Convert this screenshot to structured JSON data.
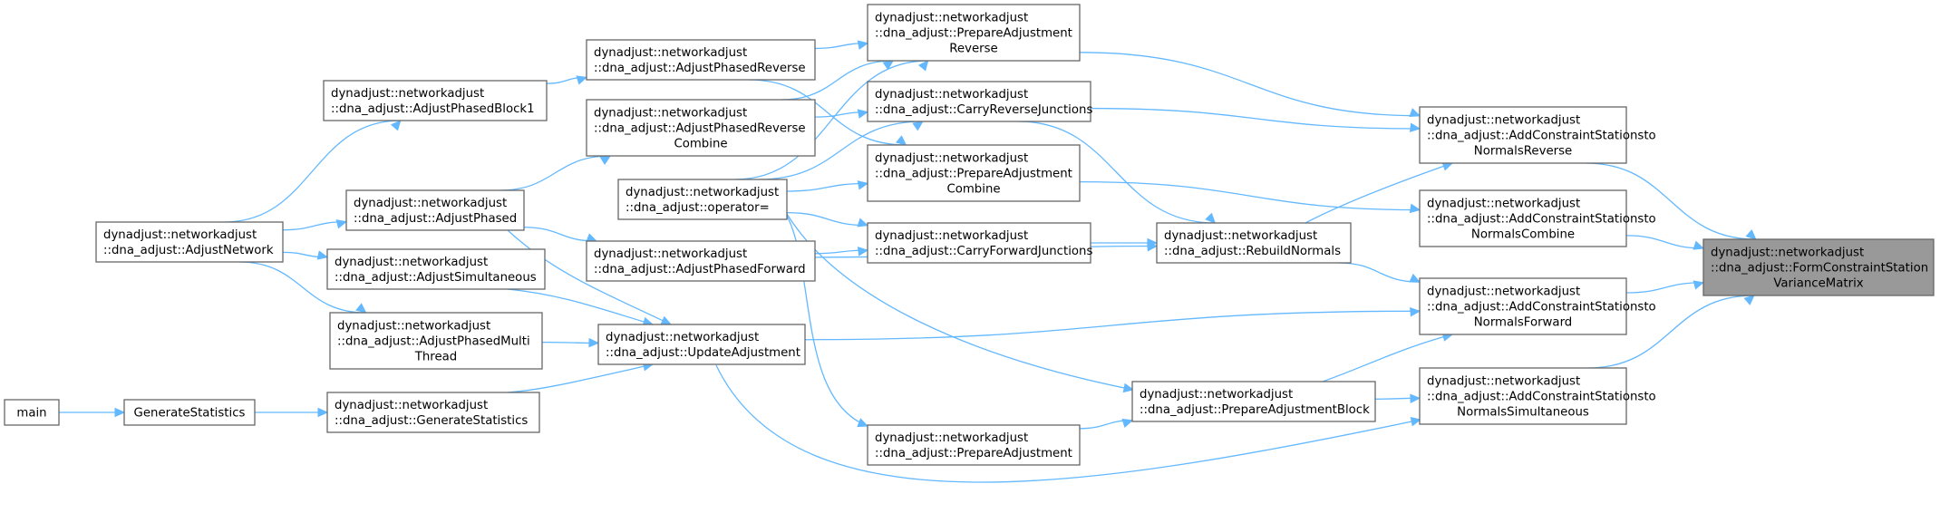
{
  "graph": {
    "nodes": {
      "n_form": [
        "dynadjust::networkadjust",
        "::dna_adjust::FormConstraintStation",
        "VarianceMatrix"
      ],
      "n_acsn_rev": [
        "dynadjust::networkadjust",
        "::dna_adjust::AddConstraintStationsto",
        "NormalsReverse"
      ],
      "n_acsn_comb": [
        "dynadjust::networkadjust",
        "::dna_adjust::AddConstraintStationsto",
        "NormalsCombine"
      ],
      "n_acsn_fwd": [
        "dynadjust::networkadjust",
        "::dna_adjust::AddConstraintStationsto",
        "NormalsForward"
      ],
      "n_acsn_sim": [
        "dynadjust::networkadjust",
        "::dna_adjust::AddConstraintStationsto",
        "NormalsSimultaneous"
      ],
      "n_rebuild": [
        "dynadjust::networkadjust",
        "::dna_adjust::RebuildNormals"
      ],
      "n_prep_block": [
        "dynadjust::networkadjust",
        "::dna_adjust::PrepareAdjustmentBlock"
      ],
      "n_prep_rev": [
        "dynadjust::networkadjust",
        "::dna_adjust::PrepareAdjustment",
        "Reverse"
      ],
      "n_carry_rev": [
        "dynadjust::networkadjust",
        "::dna_adjust::CarryReverseJunctions"
      ],
      "n_prep_comb": [
        "dynadjust::networkadjust",
        "::dna_adjust::PrepareAdjustment",
        "Combine"
      ],
      "n_carry_fwd": [
        "dynadjust::networkadjust",
        "::dna_adjust::CarryForwardJunctions"
      ],
      "n_prep_adj": [
        "dynadjust::networkadjust",
        "::dna_adjust::PrepareAdjustment"
      ],
      "n_apr": [
        "dynadjust::networkadjust",
        "::dna_adjust::AdjustPhasedReverse"
      ],
      "n_aprc": [
        "dynadjust::networkadjust",
        "::dna_adjust::AdjustPhasedReverse",
        "Combine"
      ],
      "n_operator": [
        "dynadjust::networkadjust",
        "::dna_adjust::operator="
      ],
      "n_apf": [
        "dynadjust::networkadjust",
        "::dna_adjust::AdjustPhasedForward"
      ],
      "n_update": [
        "dynadjust::networkadjust",
        "::dna_adjust::UpdateAdjustment"
      ],
      "n_apb1": [
        "dynadjust::networkadjust",
        "::dna_adjust::AdjustPhasedBlock1"
      ],
      "n_ap": [
        "dynadjust::networkadjust",
        "::dna_adjust::AdjustPhased"
      ],
      "n_as": [
        "dynadjust::networkadjust",
        "::dna_adjust::AdjustSimultaneous"
      ],
      "n_apmt": [
        "dynadjust::networkadjust",
        "::dna_adjust::AdjustPhasedMulti",
        "Thread"
      ],
      "n_gs_member": [
        "dynadjust::networkadjust",
        "::dna_adjust::GenerateStatistics"
      ],
      "n_an": [
        "dynadjust::networkadjust",
        "::dna_adjust::AdjustNetwork"
      ],
      "n_gs": [
        "GenerateStatistics"
      ],
      "n_main": [
        "main"
      ]
    },
    "edges": [
      [
        "n_form",
        "n_acsn_rev"
      ],
      [
        "n_form",
        "n_acsn_comb"
      ],
      [
        "n_form",
        "n_acsn_fwd"
      ],
      [
        "n_form",
        "n_acsn_sim"
      ],
      [
        "n_acsn_rev",
        "n_prep_rev"
      ],
      [
        "n_acsn_rev",
        "n_carry_rev"
      ],
      [
        "n_acsn_rev",
        "n_rebuild"
      ],
      [
        "n_acsn_comb",
        "n_prep_comb"
      ],
      [
        "n_acsn_fwd",
        "n_rebuild"
      ],
      [
        "n_acsn_fwd",
        "n_prep_block"
      ],
      [
        "n_acsn_fwd",
        "n_update"
      ],
      [
        "n_acsn_sim",
        "n_prep_block"
      ],
      [
        "n_acsn_sim",
        "n_update"
      ],
      [
        "n_rebuild",
        "n_carry_rev"
      ],
      [
        "n_rebuild",
        "n_carry_fwd"
      ],
      [
        "n_rebuild",
        "n_apf"
      ],
      [
        "n_prep_block",
        "n_prep_adj"
      ],
      [
        "n_prep_block",
        "n_operator"
      ],
      [
        "n_prep_rev",
        "n_apr"
      ],
      [
        "n_prep_rev",
        "n_aprc"
      ],
      [
        "n_prep_rev",
        "n_operator"
      ],
      [
        "n_carry_rev",
        "n_aprc"
      ],
      [
        "n_carry_rev",
        "n_operator"
      ],
      [
        "n_prep_comb",
        "n_operator"
      ],
      [
        "n_prep_comb",
        "n_apr"
      ],
      [
        "n_carry_fwd",
        "n_operator"
      ],
      [
        "n_carry_fwd",
        "n_apf"
      ],
      [
        "n_prep_adj",
        "n_operator"
      ],
      [
        "n_apr",
        "n_apb1"
      ],
      [
        "n_aprc",
        "n_ap"
      ],
      [
        "n_apf",
        "n_ap"
      ],
      [
        "n_update",
        "n_ap"
      ],
      [
        "n_update",
        "n_as"
      ],
      [
        "n_update",
        "n_apmt"
      ],
      [
        "n_update",
        "n_gs_member"
      ],
      [
        "n_apb1",
        "n_an"
      ],
      [
        "n_ap",
        "n_an"
      ],
      [
        "n_as",
        "n_an"
      ],
      [
        "n_apmt",
        "n_an"
      ],
      [
        "n_gs_member",
        "n_gs"
      ],
      [
        "n_gs",
        "n_main"
      ]
    ],
    "target": "n_form",
    "colors": {
      "edge": "#63b8ff",
      "node_border": "#666666",
      "node_fill": "#ffffff",
      "target_fill": "#999999"
    }
  }
}
